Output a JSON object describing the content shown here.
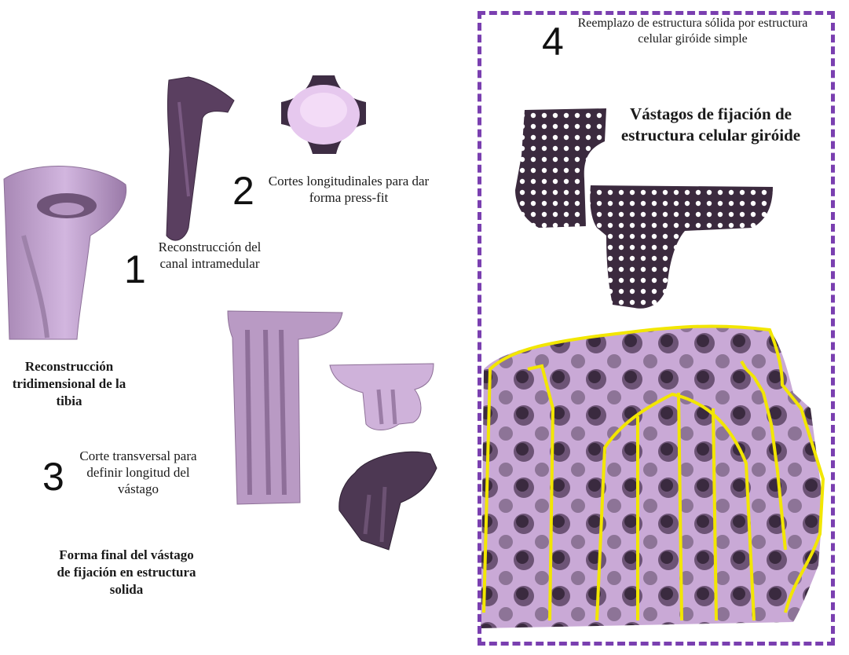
{
  "steps": {
    "s1": {
      "number": "1",
      "caption": "Reconstrucción del canal intramedular"
    },
    "s2": {
      "number": "2",
      "caption": "Cortes longitudinales para dar forma press-fit"
    },
    "s3": {
      "number": "3",
      "caption": "Corte transversal para definir longitud del vástago"
    },
    "s4": {
      "number": "4",
      "caption": "Reemplazo de estructura sólida por estructura celular giróide simple"
    }
  },
  "labels": {
    "tibia": "Reconstrucción tridimensional de la tibia",
    "final_form": "Forma final del vástago de fijación en estructura solida",
    "gyroid_title": "Vástagos de fijación de estructura celular giróide"
  },
  "colors": {
    "bone_light": "#c9a9d6",
    "bone_dark": "#5a3f60",
    "panel_border": "#7a3fb0",
    "highlight": "#f2e600"
  }
}
